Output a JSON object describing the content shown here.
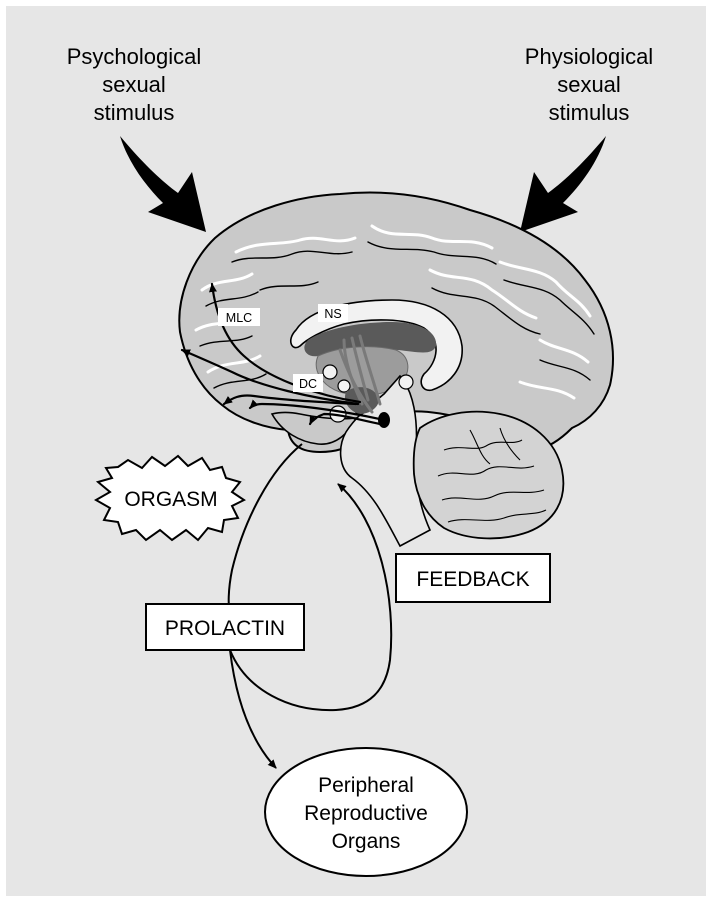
{
  "stimuli": {
    "psychological": [
      "Psychological",
      "sexual",
      "stimulus"
    ],
    "physiological": [
      "Physiological",
      "sexual",
      "stimulus"
    ]
  },
  "brain_labels": {
    "mlc": "MLC",
    "ns": "NS",
    "dc": "DC"
  },
  "orgasm": "ORGASM",
  "prolactin": "PROLACTIN",
  "feedback": "FEEDBACK",
  "organs": [
    "Peripheral",
    "Reproductive",
    "Organs"
  ],
  "colors": {
    "background": "#e6e6e6",
    "brain_fill": "#c9c9c9",
    "cerebellum_fill": "#d3d3d3",
    "stem_fill": "#e8e8e8",
    "dark_structure": "#5a5a5a",
    "outline": "#000000"
  }
}
